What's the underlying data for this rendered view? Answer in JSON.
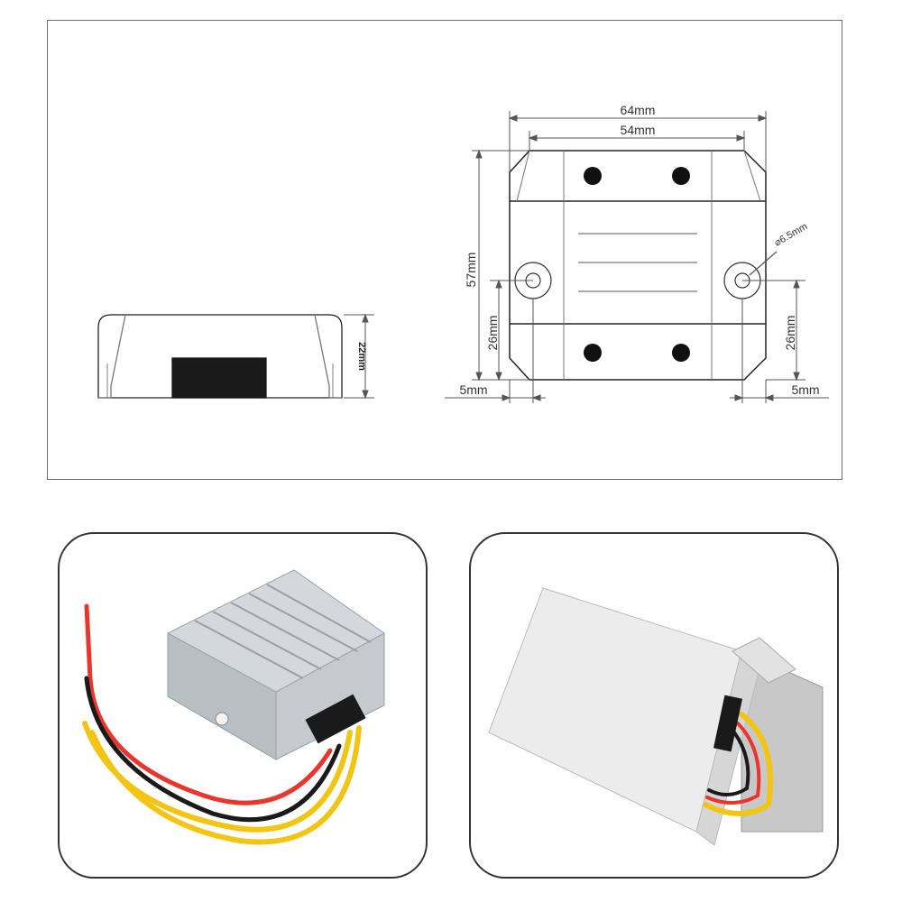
{
  "drawing": {
    "side_view": {
      "height_label": "22mm"
    },
    "top_view": {
      "width_outer_label": "64mm",
      "width_inner_label": "54mm",
      "height_label": "57mm",
      "left_hole_height_label": "26mm",
      "right_hole_height_label": "26mm",
      "left_margin_label": "5mm",
      "right_margin_label": "5mm",
      "hole_diameter_label": "⌀6.5mm"
    }
  },
  "photos": {
    "left": {
      "subject": "aluminum-heatsink-converter-with-wires"
    },
    "right": {
      "subject": "converter-in-white-box"
    }
  },
  "colors": {
    "wire_red": "#e8362d",
    "wire_yellow": "#f2c514",
    "wire_black": "#1a1a1a",
    "aluminum": "#c9cdd1"
  }
}
